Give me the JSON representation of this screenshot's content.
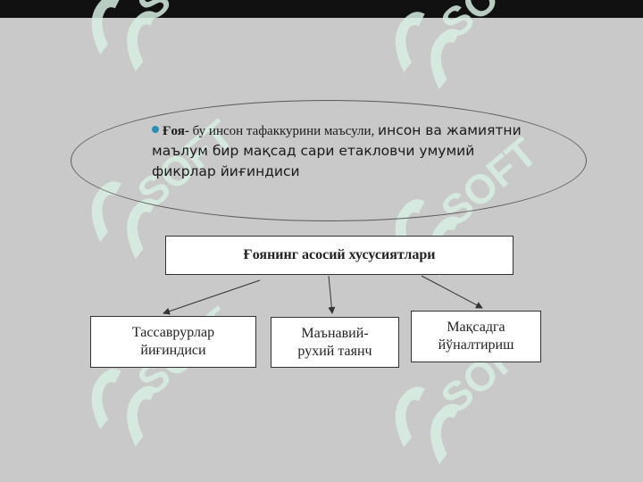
{
  "definition": {
    "term": "Ғоя-",
    "part1": " бу инсон тафаккурини маъсули, ",
    "part2": "инсон ва жамиятни маълум бир мақсад сари етакловчи  умумий фикрлар йиғиндиси"
  },
  "main_box": {
    "label": "Ғоянинг асосий хусусиятлари"
  },
  "properties": [
    {
      "line1": "Тассаврурлар",
      "line2": "йиғиндиси"
    },
    {
      "line1": "Маънавий-",
      "line2": "рухий таянч"
    },
    {
      "line1": "Мақсадга",
      "line2": "йўналтириш"
    }
  ],
  "watermark": {
    "text": "SOFT",
    "color": "#d9efe2"
  },
  "colors": {
    "background": "#c9c9c9",
    "bullet": "#2f8fb3",
    "box_fill": "#ffffff"
  }
}
